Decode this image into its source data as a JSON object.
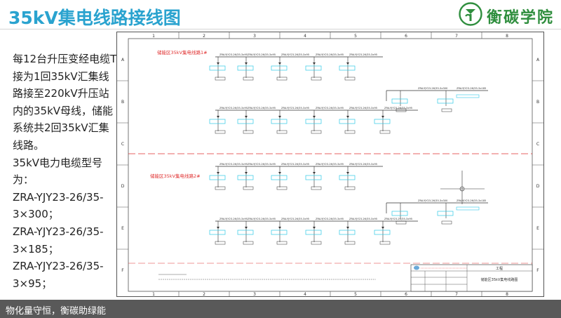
{
  "page": {
    "title": "35kV集电线路接线图",
    "logo_text": "衡碳学院",
    "footer": "物化量守恒，衡碳助绿能"
  },
  "description_lines": [
    "每12台升压变经电缆T",
    "接为1回35kV汇集线",
    "路接至220kV升压站",
    "内的35kV母线，储能",
    "系统共2回35kV汇集",
    "线路。",
    "35kV电力电缆型号为：",
    "ZRA-YJY23-26/35-",
    "3×300；",
    "ZRA-YJY23-26/35-",
    "3×185；",
    "ZRA-YJY23-26/35-",
    "3×95；"
  ],
  "drawing": {
    "columns": [
      "1",
      "2",
      "3",
      "4",
      "5",
      "6",
      "7",
      "8"
    ],
    "rows": [
      "A",
      "B",
      "C",
      "D",
      "E",
      "F"
    ],
    "section1_label": "储能区35kV集电线路1#",
    "section2_label": "储能区35kV集电线路2#",
    "cable_label": "ZRA-YJY23-26/35-3x95",
    "cable_label_main": "ZRA-YJY23-26/35-3x300",
    "cable_label_mid": "ZRA-YJY23-26/35-3x185",
    "title_block_title": "储能区35kV集电线路图",
    "title_block_tag": "工程",
    "colors": {
      "frame": "#555555",
      "line": "#303030",
      "cyan": "#2ec8e6",
      "red_dash": "#e03030",
      "text": "#333333"
    }
  },
  "colors": {
    "title": "#2aa3cf",
    "logo_green": "#2f8e3e",
    "footer_bg": "#595959"
  }
}
